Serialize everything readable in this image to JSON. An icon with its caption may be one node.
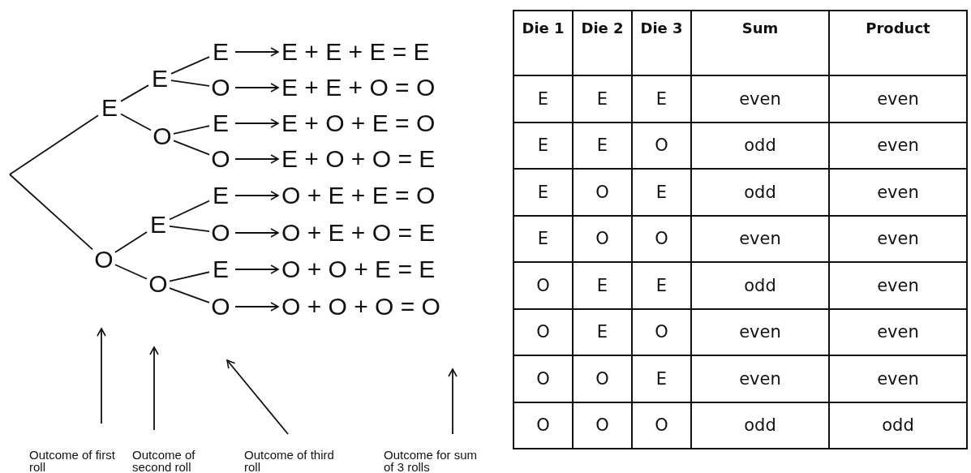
{
  "diagram": {
    "nodes": [
      {
        "text": [
          "E"
        ]
      },
      {
        "text": [
          "O"
        ]
      },
      {
        "text": [
          "E"
        ]
      },
      {
        "text": [
          "O"
        ]
      },
      {
        "text": [
          "E"
        ]
      },
      {
        "text": [
          "O"
        ]
      },
      {
        "text": [
          "E"
        ]
      },
      {
        "text": [
          "O"
        ]
      },
      {
        "text": [
          "E"
        ]
      },
      {
        "text": [
          "O"
        ]
      },
      {
        "text": [
          "E"
        ]
      },
      {
        "text": [
          "O"
        ]
      },
      {
        "text": [
          "E"
        ]
      },
      {
        "text": [
          "O"
        ]
      },
      {
        "text": [
          "E + E + E = E"
        ]
      },
      {
        "text": [
          "E + E + O = O"
        ]
      },
      {
        "text": [
          "E + O + E = O"
        ]
      },
      {
        "text": [
          "E + O + O = E"
        ]
      },
      {
        "text": [
          "O + E + E = O"
        ]
      },
      {
        "text": [
          "O + E + O = E"
        ]
      },
      {
        "text": [
          "O + O + E = E"
        ]
      },
      {
        "text": [
          "O + O + O = O"
        ]
      },
      {
        "text": [
          "Outcome of first roll"
        ]
      },
      {
        "text": [
          "Outcome of second roll"
        ]
      },
      {
        "text": [
          "Outcome of third roll"
        ]
      },
      {
        "text": [
          "Outcome for sum of 3 rolls"
        ]
      }
    ],
    "edges": [
      {
        "from": null,
        "to": 0,
        "arrow": "none"
      },
      {
        "from": null,
        "to": 1,
        "arrow": "none"
      },
      {
        "from": 0,
        "to": 2,
        "arrow": "none"
      },
      {
        "from": 0,
        "to": 3,
        "arrow": "none"
      },
      {
        "from": 1,
        "to": 4,
        "arrow": "none"
      },
      {
        "from": 1,
        "to": 5,
        "arrow": "none"
      },
      {
        "from": 2,
        "to": 6,
        "arrow": "none"
      },
      {
        "from": 2,
        "to": 7,
        "arrow": "none"
      },
      {
        "from": 3,
        "to": 8,
        "arrow": "none"
      },
      {
        "from": 3,
        "to": 9,
        "arrow": "none"
      },
      {
        "from": 4,
        "to": 10,
        "arrow": "none"
      },
      {
        "from": 4,
        "to": 11,
        "arrow": "none"
      },
      {
        "from": 5,
        "to": 12,
        "arrow": "none"
      },
      {
        "from": 5,
        "to": 13,
        "arrow": "none"
      },
      {
        "from": 6,
        "to": 14,
        "arrow": "to"
      },
      {
        "from": 7,
        "to": 15,
        "arrow": "to"
      },
      {
        "from": 8,
        "to": 16,
        "arrow": "to"
      },
      {
        "from": 9,
        "to": 17,
        "arrow": "to"
      },
      {
        "from": 10,
        "to": 18,
        "arrow": "to"
      },
      {
        "from": 11,
        "to": 19,
        "arrow": "to"
      },
      {
        "from": 12,
        "to": 20,
        "arrow": "to"
      },
      {
        "from": 13,
        "to": 21,
        "arrow": "to"
      },
      {
        "from": 22,
        "to": null,
        "arrow": "to"
      },
      {
        "from": 23,
        "to": null,
        "arrow": "to"
      },
      {
        "from": 24,
        "to": null,
        "arrow": "to"
      },
      {
        "from": 25,
        "to": null,
        "arrow": "to"
      }
    ],
    "labels": [
      "Die 1",
      "Die 2",
      "Die 3",
      "Sum",
      "Product",
      "E",
      "E",
      "E",
      "even",
      "even",
      "E",
      "E",
      "O",
      "odd",
      "even",
      "E",
      "O",
      "E",
      "odd",
      "even",
      "E",
      "O",
      "O",
      "even",
      "even",
      "O",
      "E",
      "E",
      "odd",
      "even",
      "O",
      "E",
      "O",
      "even",
      "even",
      "O",
      "O",
      "E",
      "even",
      "even",
      "O",
      "O",
      "O",
      "odd",
      "odd"
    ]
  }
}
